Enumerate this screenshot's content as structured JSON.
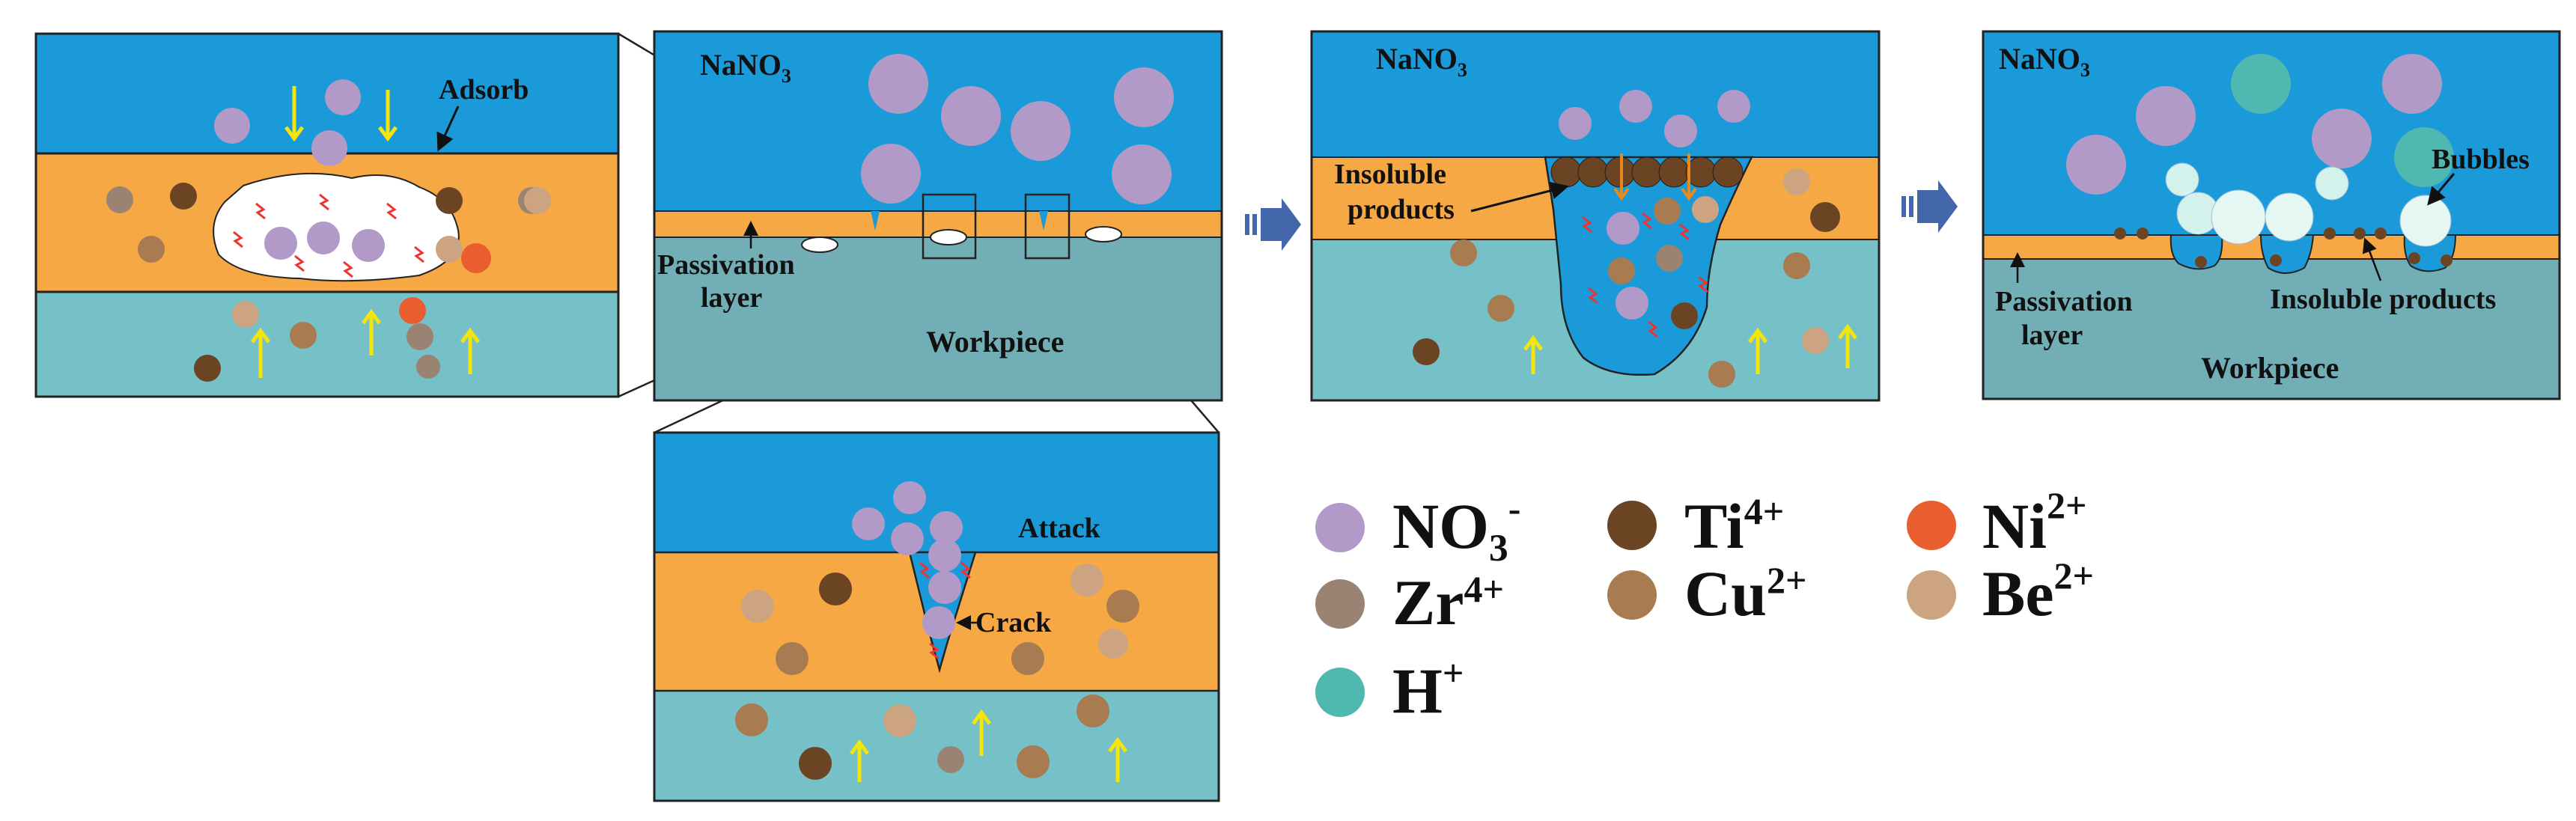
{
  "panel1": {
    "adsorb": "Adsorb"
  },
  "panel2": {
    "solution": "NaNO",
    "solution_sub": "3",
    "passivation": "Passivation",
    "passivation2": "layer",
    "workpiece": "Workpiece"
  },
  "panel3": {
    "solution": "NaNO",
    "solution_sub": "3",
    "insoluble": "Insoluble",
    "insoluble2": "products"
  },
  "panel4": {
    "solution": "NaNO",
    "solution_sub": "3",
    "bubbles": "Bubbles",
    "passivation": "Passivation",
    "passivation2": "layer",
    "insoluble": "Insoluble products",
    "workpiece": "Workpiece"
  },
  "panel5": {
    "attack": "Attack",
    "crack": "Crack"
  },
  "legend": {
    "no3": "NO₃",
    "no3_sup": "-",
    "ti": "Ti",
    "ti_sup": "4+",
    "ni": "Ni",
    "ni_sup": "2+",
    "zr": "Zr",
    "zr_sup": "4+",
    "cu": "Cu",
    "cu_sup": "2+",
    "be": "Be",
    "be_sup": "2+",
    "h": "H",
    "h_sup": "+"
  },
  "colors": {
    "solution": "#1a9ad9",
    "passivation": "#f5a844",
    "workpiece": "#76c0c7",
    "workpiece_dark": "#72aeb5",
    "no3": "#b19ac8",
    "ti": "#6b4423",
    "ni": "#e85e2e",
    "zr": "#9b8373",
    "cu": "#a87b50",
    "be": "#cca482",
    "h": "#4fb8b0",
    "arrow": "#4466aa"
  }
}
